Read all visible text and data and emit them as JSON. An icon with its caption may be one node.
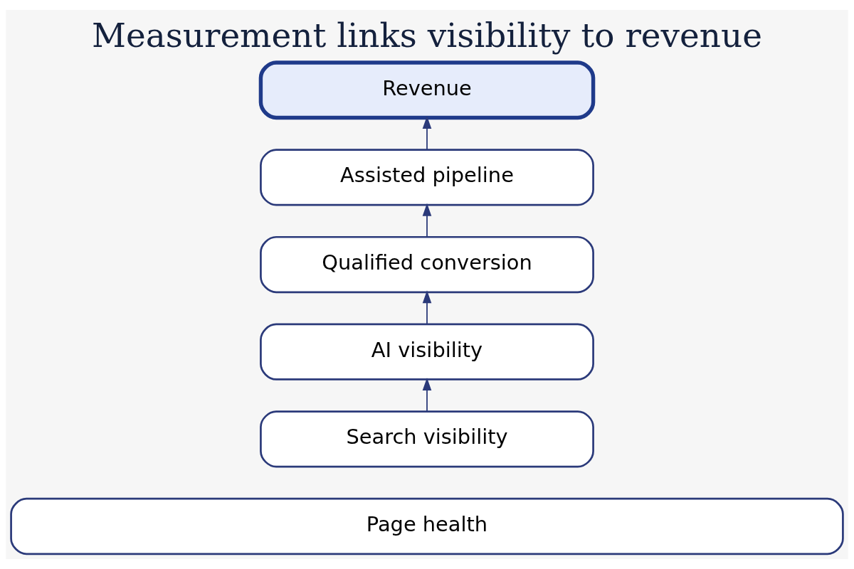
{
  "diagram": {
    "title": "Measurement links visibility to revenue",
    "nodes": [
      {
        "text": [
          "Revenue"
        ]
      },
      {
        "text": [
          "Assisted pipeline"
        ]
      },
      {
        "text": [
          "Qualified conversion"
        ]
      },
      {
        "text": [
          "AI visibility"
        ]
      },
      {
        "text": [
          "Search visibility"
        ]
      },
      {
        "text": [
          "Page health"
        ]
      }
    ],
    "edges": [
      {
        "from": 4,
        "to": 3,
        "arrow": "to"
      },
      {
        "from": 3,
        "to": 2,
        "arrow": "to"
      },
      {
        "from": 2,
        "to": 1,
        "arrow": "to"
      },
      {
        "from": 1,
        "to": 0,
        "arrow": "to"
      }
    ]
  }
}
